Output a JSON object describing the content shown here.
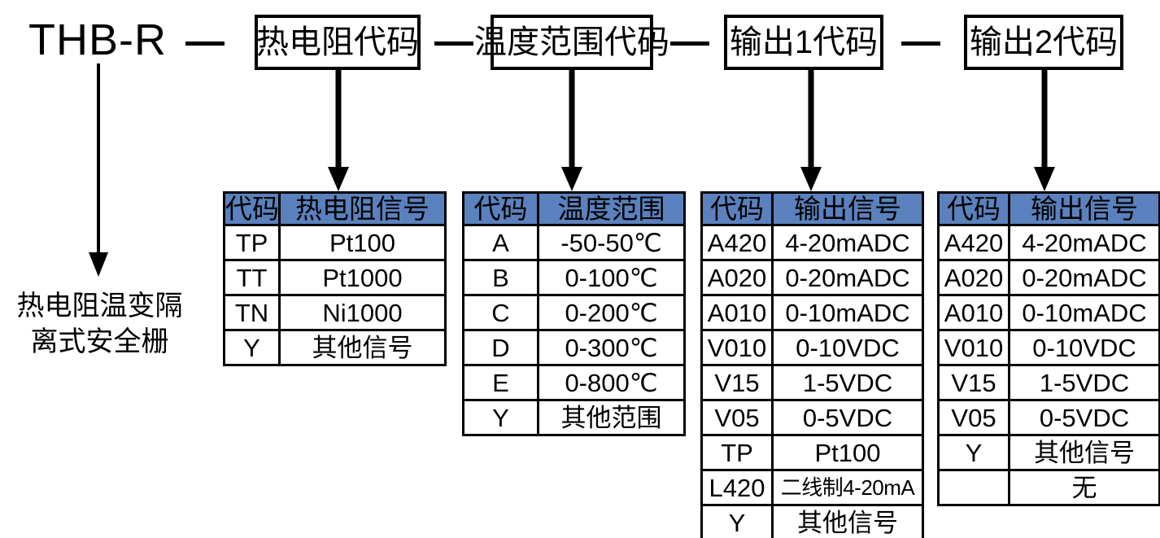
{
  "model": {
    "base_code": "THB-R",
    "separator": "—",
    "segments": [
      {
        "label": "热电阻代码"
      },
      {
        "label": "温度范围代码"
      },
      {
        "label": "输出1代码"
      },
      {
        "label": "输出2代码"
      }
    ]
  },
  "base_description": {
    "line1": "热电阻温变隔",
    "line2": "离式安全栅"
  },
  "colors": {
    "header_blue": "#5a81bd",
    "line_black": "#000000",
    "background": "#ffffff"
  },
  "tables": [
    {
      "name": "rtd-signal-table",
      "headers": [
        "代码",
        "热电阻信号"
      ],
      "rows": [
        [
          "TP",
          "Pt100"
        ],
        [
          "TT",
          "Pt1000"
        ],
        [
          "TN",
          "Ni1000"
        ],
        [
          "Y",
          "其他信号"
        ]
      ]
    },
    {
      "name": "temperature-range-table",
      "headers": [
        "代码",
        "温度范围"
      ],
      "rows": [
        [
          "A",
          "-50-50℃"
        ],
        [
          "B",
          "0-100℃"
        ],
        [
          "C",
          "0-200℃"
        ],
        [
          "D",
          "0-300℃"
        ],
        [
          "E",
          "0-800℃"
        ],
        [
          "Y",
          "其他范围"
        ]
      ]
    },
    {
      "name": "output1-signal-table",
      "headers": [
        "代码",
        "输出信号"
      ],
      "rows": [
        [
          "A420",
          "4-20mADC"
        ],
        [
          "A020",
          "0-20mADC"
        ],
        [
          "A010",
          "0-10mADC"
        ],
        [
          "V010",
          "0-10VDC"
        ],
        [
          "V15",
          "1-5VDC"
        ],
        [
          "V05",
          "0-5VDC"
        ],
        [
          "TP",
          "Pt100"
        ],
        [
          "L420",
          "二线制4-20mA"
        ],
        [
          "Y",
          "其他信号"
        ]
      ]
    },
    {
      "name": "output2-signal-table",
      "headers": [
        "代码",
        "输出信号"
      ],
      "rows": [
        [
          "A420",
          "4-20mADC"
        ],
        [
          "A020",
          "0-20mADC"
        ],
        [
          "A010",
          "0-10mADC"
        ],
        [
          "V010",
          "0-10VDC"
        ],
        [
          "V15",
          "1-5VDC"
        ],
        [
          "V05",
          "0-5VDC"
        ],
        [
          "Y",
          "其他信号"
        ],
        [
          "",
          "无"
        ]
      ]
    }
  ]
}
